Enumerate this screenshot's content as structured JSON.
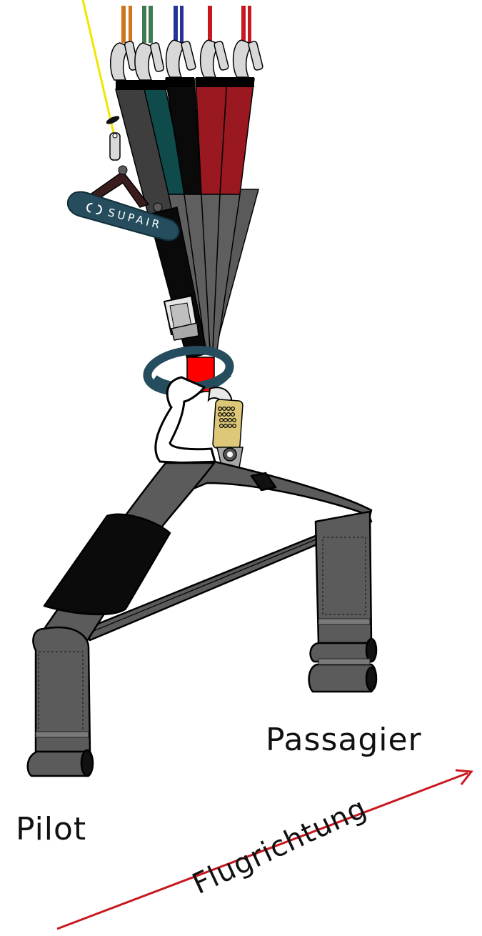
{
  "labels": {
    "passenger": "Passagier",
    "pilot": "Pilot",
    "direction": "Flugrichtung"
  },
  "brand": {
    "logo_text": "SUPAIR"
  },
  "colors": {
    "arrow": "#c8181f",
    "brake_line": "#f2e600",
    "riser_red": "#9a1820",
    "riser_teal": "#0f4b4b",
    "riser_black": "#0a0a0a",
    "riser_grey": "#5a5a5a",
    "spreader_grey": "#5b5b5b",
    "handle_navy": "#254d5e",
    "link_red": "#ff0000",
    "carabiner_gold": "#dcc878",
    "line_orange": "#d0751d",
    "line_green": "#3f7a55",
    "line_blue": "#25359a",
    "line_red": "#c8181f"
  },
  "icons": [
    "carabiner-icon",
    "buckle-icon",
    "swivel-icon",
    "brake-handle-icon",
    "direction-arrow-icon"
  ]
}
